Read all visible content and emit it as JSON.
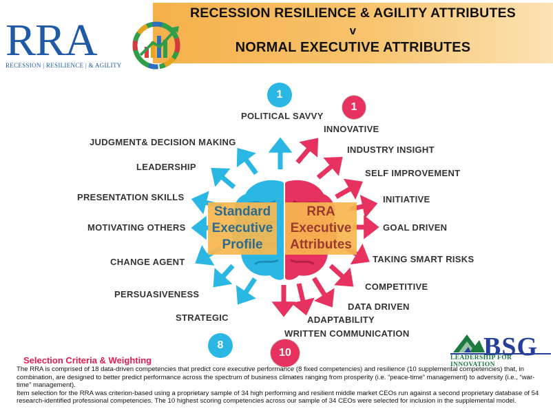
{
  "header": {
    "title_line1": "RECESSION RESILIENCE & AGILITY ATTRIBUTES",
    "title_line2": "v",
    "title_line3": "NORMAL EXECUTIVE ATTRIBUTES"
  },
  "logo": {
    "letters": "RRA",
    "subtitle": "RECESSION | RESILIENCE | & AGILITY"
  },
  "diagram": {
    "left_box": [
      "Standard",
      "Executive",
      "Profile"
    ],
    "right_box": [
      "RRA",
      "Executive",
      "Attributes"
    ],
    "badges": {
      "top_blue": "1",
      "top_red": "1",
      "bottom_blue": "8",
      "bottom_red": "10"
    },
    "left_labels": [
      "POLITICAL SAVVY",
      "JUDGMENT& DECISION MAKING",
      "LEADERSHIP",
      "PRESENTATION SKILLS",
      "MOTIVATING OTHERS",
      "CHANGE AGENT",
      "PERSUASIVENESS",
      "STRATEGIC"
    ],
    "right_labels": [
      "INNOVATIVE",
      "INDUSTRY INSIGHT",
      "SELF IMPROVEMENT",
      "INITIATIVE",
      "GOAL DRIVEN",
      "TAKING SMART RISKS",
      "COMPETITIVE",
      "DATA DRIVEN",
      "ADAPTABILITY",
      "WRITTEN COMMUNICATION"
    ],
    "colors": {
      "blue": "#2ab7e4",
      "red": "#e7315f",
      "box_orange": "#f7b64f"
    }
  },
  "selection": {
    "title": "Selection Criteria & Weighting",
    "paragraph1": "The RRA is comprised of 18 data-driven competencies that predict core executive performance (8 fixed competencies) and resilience (10  supplemental competencies) that, in combination, are designed to better predict performance across the spectrum of business climates ranging from prosperity (i.e. “peace-time” management) to adversity (i.e., “war-time” management).",
    "paragraph2": "Item selection for the RRA was criterion-based using a proprietary sample of 34 high performing and resilient middle market CEOs run against a second proprietary database of 54 research-identified professional competencies.  The 10 highest scoring competencies across our sample of 34 CEOs were selected for inclusion in the supplemental model."
  },
  "bsg": {
    "name": "BSG",
    "tagline": "LEADERSHIP FOR INNOVATION"
  }
}
